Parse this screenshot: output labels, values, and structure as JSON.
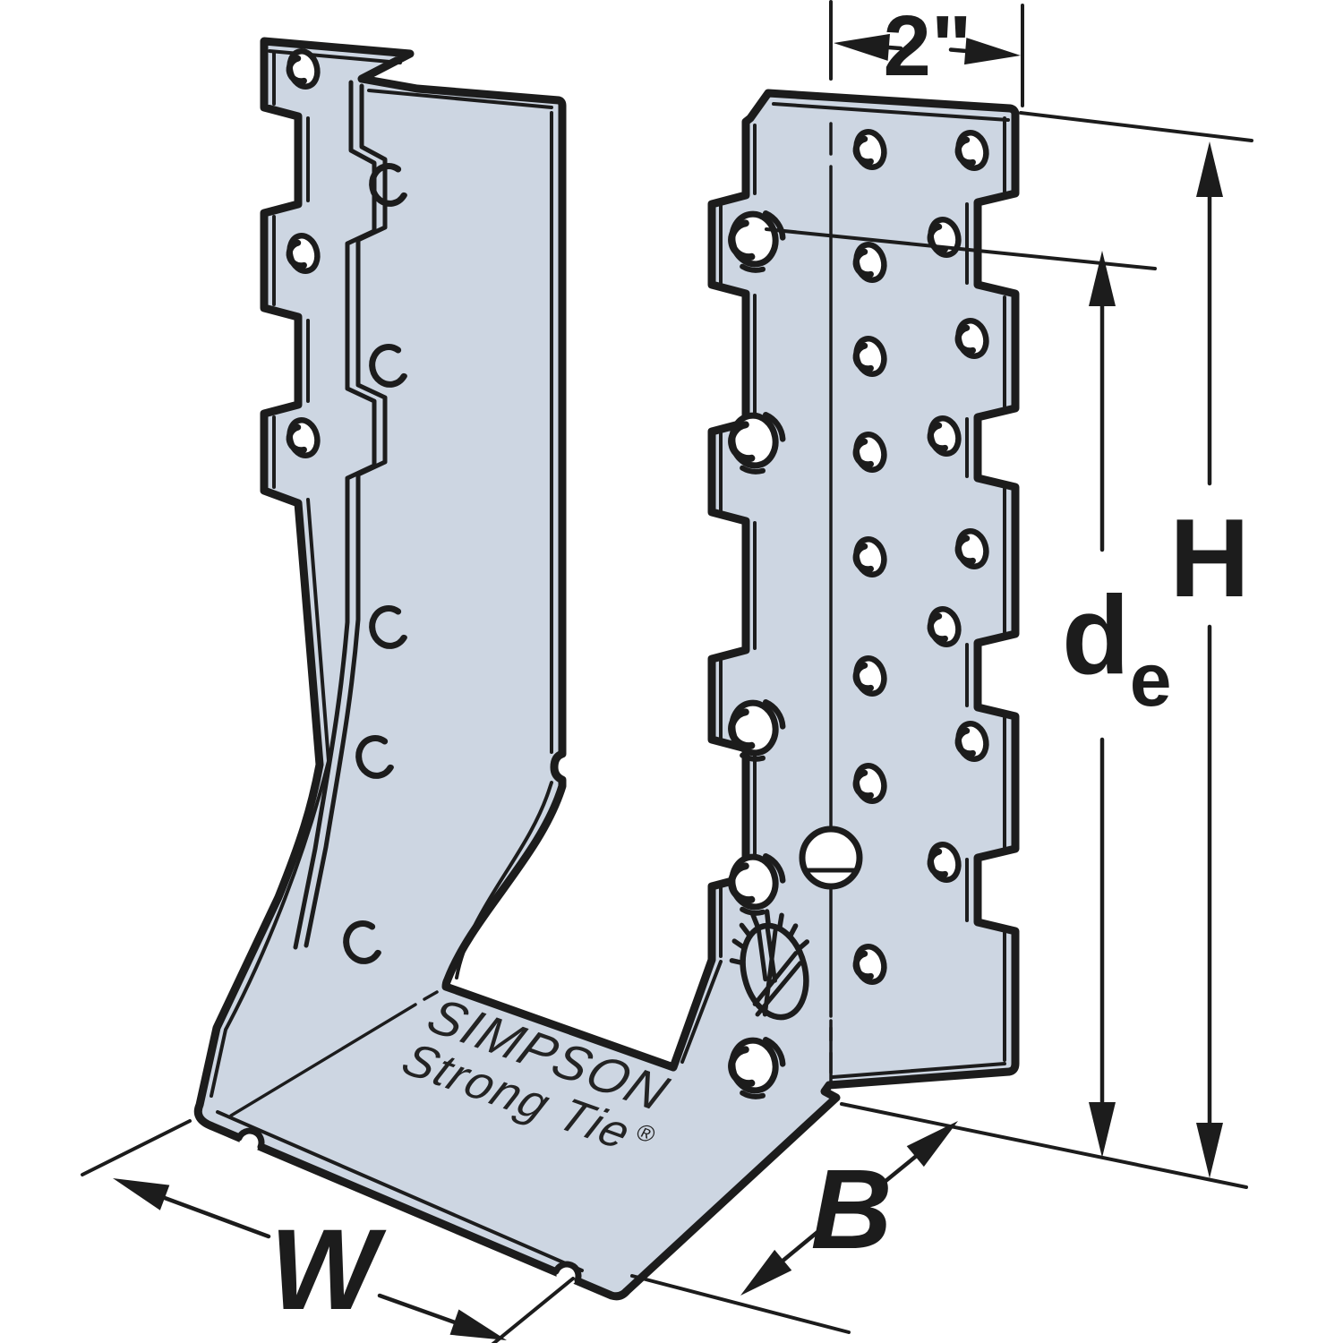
{
  "diagram": {
    "description": "Isometric line drawing of a face-mount joist hanger with dimension callouts",
    "stamp": {
      "line1": "SIMPSON",
      "line2": "Strong Tie",
      "registered": "®"
    },
    "labels": {
      "top_flange_width": "2\"",
      "overall_height": "H",
      "effective_depth": "d",
      "effective_depth_subscript": "e",
      "seat_depth": "B",
      "seat_width": "W"
    },
    "colors": {
      "metal": "#cdd6e2",
      "line": "#1c1c1c",
      "background": "#ffffff"
    }
  }
}
